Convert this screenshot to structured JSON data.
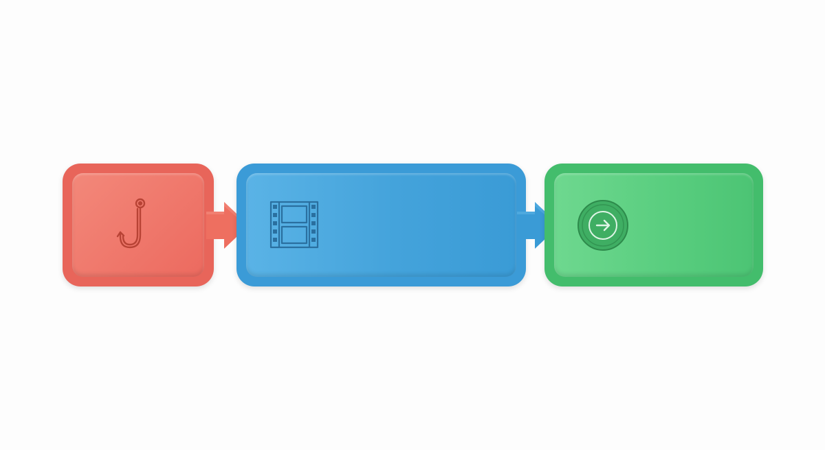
{
  "diagram": {
    "colors": {
      "background": "#fdfdfd",
      "hook_block": "#ec6a5f",
      "story_block": "#3b9bd7",
      "cta_block": "#4cc474",
      "connector_red": "#ee6f60",
      "connector_blue": "#3a9bd6"
    },
    "blocks": [
      {
        "icon": "fishing-hook-icon"
      },
      {
        "icon": "film-strip-icon"
      },
      {
        "icon": "circle-arrow-right-icon"
      }
    ],
    "connectors": [
      {
        "from": 0,
        "to": 1,
        "icon": "arrow-right-icon"
      },
      {
        "from": 1,
        "to": 2,
        "icon": "arrow-right-icon"
      }
    ]
  }
}
